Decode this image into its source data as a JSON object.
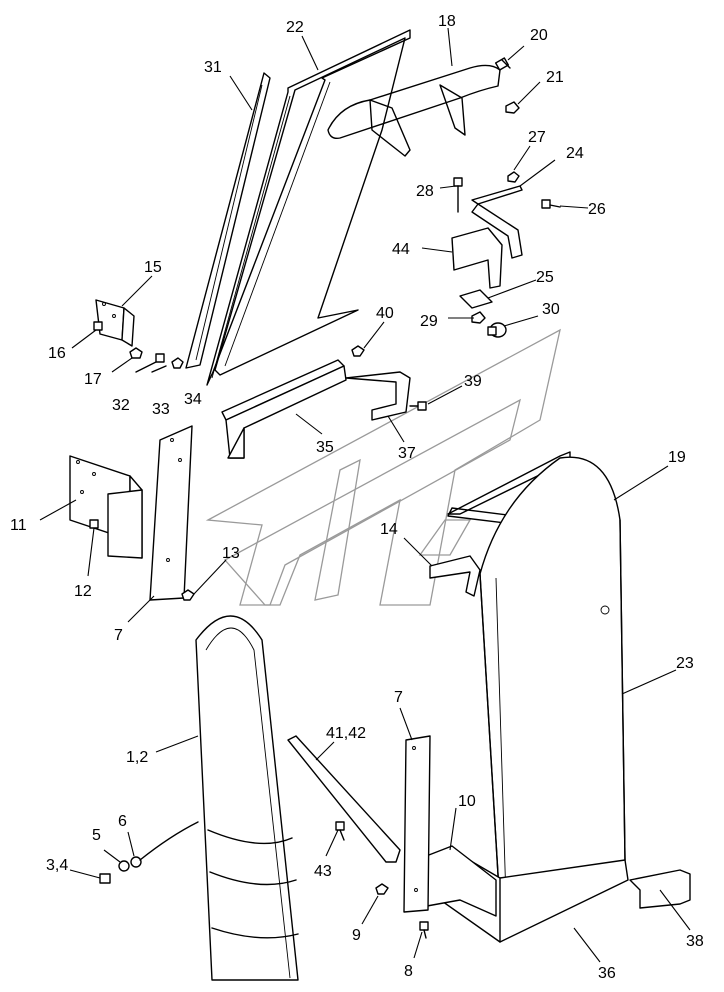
{
  "callouts": {
    "c1_2": "1,2",
    "c3_4": "3,4",
    "c5": "5",
    "c6": "6",
    "c7a": "7",
    "c7b": "7",
    "c8": "8",
    "c9": "9",
    "c10": "10",
    "c11": "11",
    "c12": "12",
    "c13": "13",
    "c14": "14",
    "c15": "15",
    "c16": "16",
    "c17": "17",
    "c18": "18",
    "c19": "19",
    "c20": "20",
    "c21": "21",
    "c22": "22",
    "c23": "23",
    "c24": "24",
    "c25": "25",
    "c26": "26",
    "c27": "27",
    "c28": "28",
    "c29": "29",
    "c30": "30",
    "c31": "31",
    "c32": "32",
    "c33": "33",
    "c34": "34",
    "c35": "35",
    "c36": "36",
    "c37": "37",
    "c38": "38",
    "c39": "39",
    "c40": "40",
    "c41_42": "41,42",
    "c43": "43",
    "c44": "44"
  },
  "colors": {
    "line": "#000000",
    "watermark": "#9a9a9a",
    "background": "#ffffff"
  }
}
